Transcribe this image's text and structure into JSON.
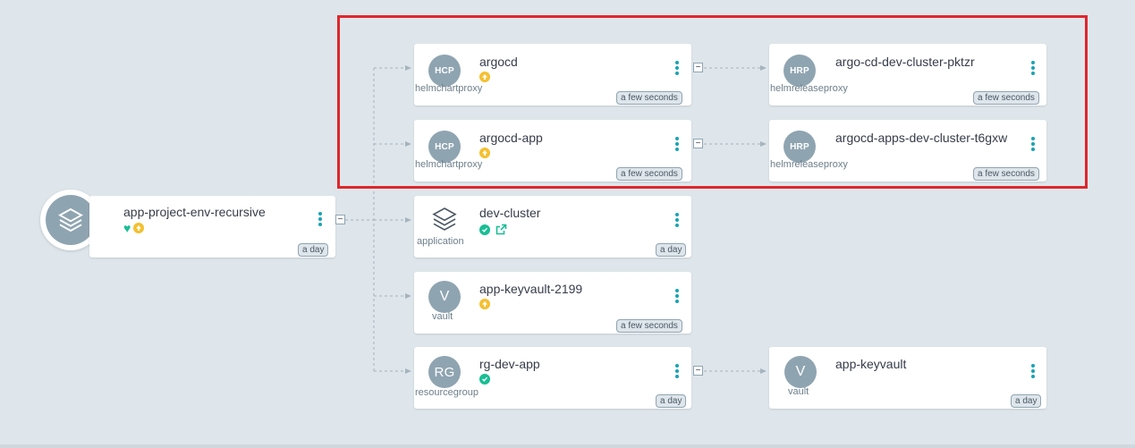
{
  "root": {
    "title": "app-project-env-recursive",
    "age": "a day",
    "collapse": "−"
  },
  "nodes": {
    "argocd": {
      "title": "argocd",
      "kind": "helmchartproxy",
      "icon": "HCP",
      "age": "a few seconds",
      "collapse": "−"
    },
    "argocd_release": {
      "title": "argo-cd-dev-cluster-pktzr",
      "kind": "helmreleaseproxy",
      "icon": "HRP",
      "age": "a few seconds"
    },
    "argocd_app": {
      "title": "argocd-app",
      "kind": "helmchartproxy",
      "icon": "HCP",
      "age": "a few seconds",
      "collapse": "−"
    },
    "argocd_app_release": {
      "title": "argocd-apps-dev-cluster-t6gxw",
      "kind": "helmreleaseproxy",
      "icon": "HRP",
      "age": "a few seconds"
    },
    "dev_cluster": {
      "title": "dev-cluster",
      "kind": "application",
      "age": "a day"
    },
    "keyvault2199": {
      "title": "app-keyvault-2199",
      "kind": "vault",
      "icon": "V",
      "age": "a few seconds"
    },
    "rg": {
      "title": "rg-dev-app",
      "kind": "resourcegroup",
      "icon": "RG",
      "age": "a day",
      "collapse": "−"
    },
    "app_keyvault": {
      "title": "app-keyvault",
      "kind": "vault",
      "icon": "V",
      "age": "a day"
    }
  },
  "colors": {
    "background": "#dee6eb",
    "highlight": "#e0262c",
    "out_of_sync": "#f4c030",
    "synced": "#18be94",
    "menu": "#1aa3b4",
    "icon_bg": "#8fa4b1"
  }
}
